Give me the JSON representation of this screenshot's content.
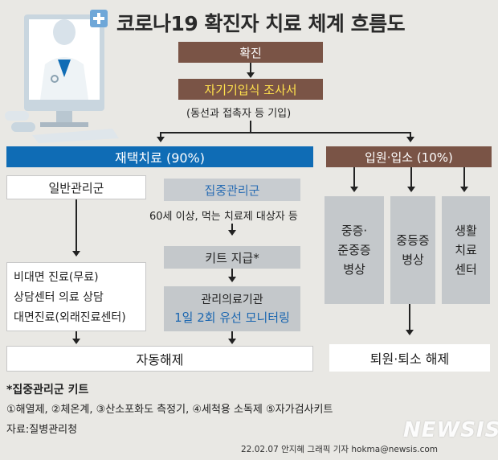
{
  "title": "코로나19 확진자 치료 체계 흐름도",
  "flow": {
    "confirmed": "확진",
    "self_report": "자기기입식 조사서",
    "self_report_note": "(동선과 접촉자 등 기입)",
    "home_treatment": "재택치료 (90%)",
    "admission": "입원·입소 (10%)",
    "general_group": "일반관리군",
    "general_care": [
      "비대면 진료(무료)",
      "상담센터 의료 상담",
      "대면진료(외래진료센터)"
    ],
    "intensive_group": "집중관리군",
    "intensive_criteria": "60세 이상, 먹는 치료제 대상자 등",
    "kit": "키트 지급*",
    "mgmt_institution": "관리의료기관",
    "monitoring": "1일 2회 유선 모니터링",
    "auto_release": "자동해제",
    "severe": [
      "중증·",
      "준중증",
      "병상"
    ],
    "moderate": [
      "중등증",
      "병상"
    ],
    "living_center": [
      "생활",
      "치료",
      "센터"
    ],
    "discharge": "퇴원·퇴소 해제"
  },
  "footnote": {
    "title": "*집중관리군 키트",
    "items": "①해열제, ②체온계, ③산소포화도 측정기, ④세척용 소독제 ⑤자가검사키트",
    "source": "자료:질병관리청"
  },
  "credit": "22.02.07 안지혜 그래픽 기자 hokma@newsis.com",
  "logo": "NEWSIS",
  "colors": {
    "brown": "#7a5446",
    "blue": "#0f6cb5",
    "yellow": "#ffe14d",
    "gray": "#c4c8cb",
    "background": "#e9e8e4"
  }
}
